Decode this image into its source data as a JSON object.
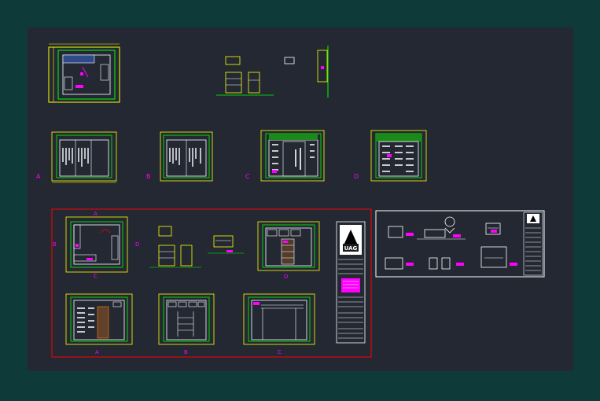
{
  "colors": {
    "frame_bg": "#0e3a3a",
    "model_space": "#232833",
    "outline": "#ffff00",
    "dimension": "#00ff00",
    "fixture": "#ffffff",
    "accent": "#ff00ff",
    "sheet_border": "#ff0000",
    "section_fill": "#2e4a8a"
  },
  "section_labels": {
    "row2": [
      "A",
      "B",
      "C",
      "D"
    ],
    "sheet_plan": [
      "A",
      "B",
      "C",
      "D"
    ],
    "sheet_elev_top": "D",
    "sheet_elev_bottom": [
      "A",
      "B",
      "C"
    ]
  },
  "sheet1": {
    "logo_text": "UAG"
  }
}
